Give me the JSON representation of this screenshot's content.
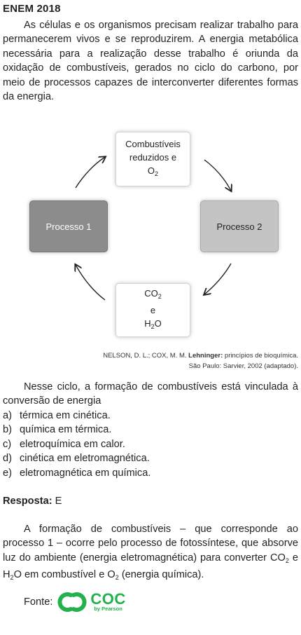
{
  "header": {
    "title": "ENEM 2018"
  },
  "intro": "As células e os organismos precisam realizar trabalho para permanecerem vivos e se reproduzirem. A energia metabólica necessária para a realização desse trabalho é oriunda da oxidação de combustíveis, gerados no ciclo do carbono, por meio de processos capazes de interconverter diferentes formas da energia.",
  "diagram": {
    "top_line1": "Combustíveis",
    "top_line2": "reduzidos e",
    "top_line3_base": "O",
    "top_line3_sub": "2",
    "left": "Processo 1",
    "right": "Processo 2",
    "bottom_line1_base": "CO",
    "bottom_line1_sub": "2",
    "bottom_line2": "e",
    "bottom_line3_base": "H",
    "bottom_line3_sub": "2",
    "bottom_line3_end": "O"
  },
  "citation": {
    "authors": "NELSON, D. L.; COX, M. M. ",
    "book": "Lehninger:",
    "rest": " princípios de bioquímica.",
    "line2": "São Paulo: Sarvier, 2002 (adaptado)."
  },
  "question": "Nesse ciclo, a formação de combustíveis está vinculada à conversão de energia",
  "options": [
    {
      "letter": "a)",
      "text": "térmica em cinética."
    },
    {
      "letter": "b)",
      "text": "química em térmica."
    },
    {
      "letter": "c)",
      "text": "eletroquímica em calor."
    },
    {
      "letter": "d)",
      "text": "cinética em eletromagnética."
    },
    {
      "letter": "e)",
      "text": "eletromagnética em química."
    }
  ],
  "answer": {
    "label": "Resposta:",
    "value": "E"
  },
  "explanation": {
    "p1": "A formação de combustíveis – que corresponde ao processo 1 – ocorre pelo processo de fotossíntese, que absorve luz do ambiente (energia eletromagnética) para converter CO",
    "sub1": "2",
    "p2": " e H",
    "sub2": "2",
    "p3": "O em combustível e O",
    "sub3": "2",
    "p4": " (energia química)."
  },
  "source": {
    "label": "Fonte:",
    "logo_main": "COC",
    "logo_sub": "by Pearson"
  },
  "colors": {
    "brand_green": "#22b14c",
    "process1": "#8c8c8c",
    "process2": "#c4c4c4"
  }
}
